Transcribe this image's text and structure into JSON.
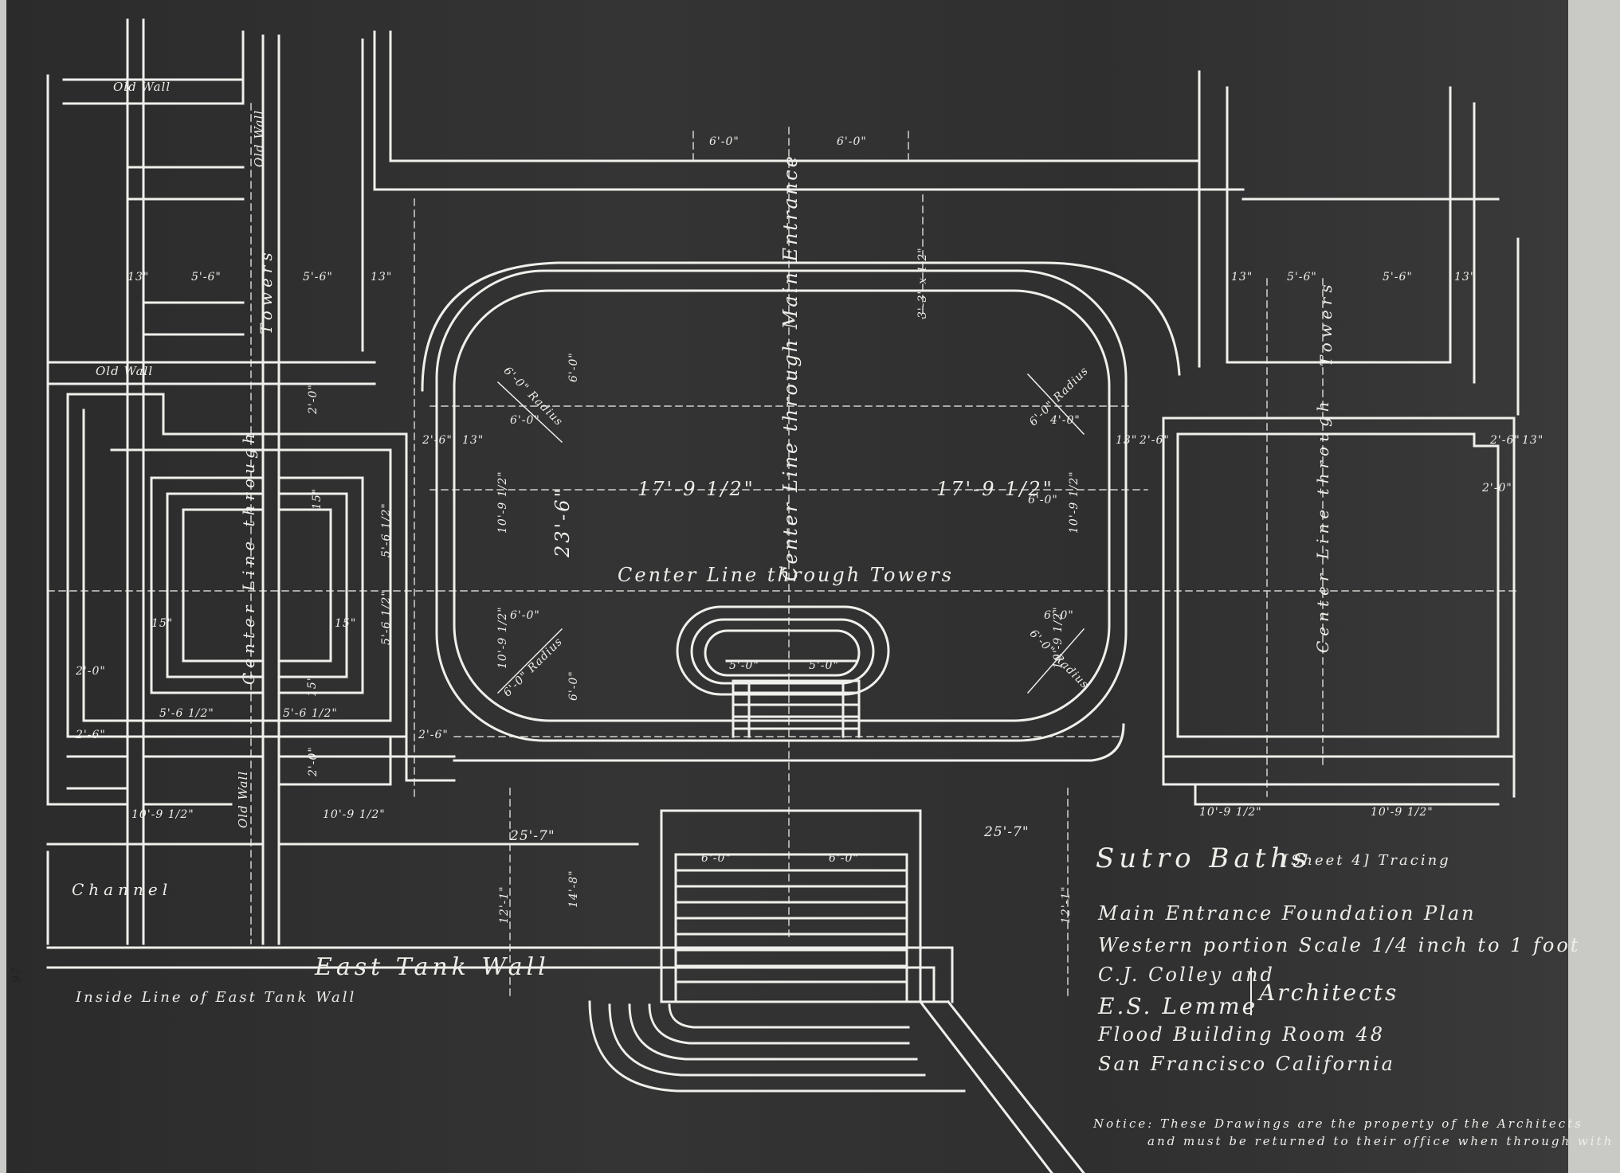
{
  "drawing": {
    "title": "Sutro Baths",
    "sheet_note": "[Sheet 4] Tracing",
    "subtitle_1": "Main Entrance Foundation Plan",
    "subtitle_2": "Western portion Scale 1/4 inch to 1 foot",
    "architect_1": "C.J. Colley and",
    "architect_2": "E.S. Lemme",
    "architects_label": "Architects",
    "office_1": "Flood Building Room 48",
    "office_2": "San Francisco California",
    "notice_1": "Notice: These Drawings are the property of the Architects",
    "notice_2": "and must be returned to their office when through with",
    "page_mark": "97"
  },
  "labels": {
    "old_wall_top": "Old Wall",
    "old_wall_left": "Old Wall",
    "old_wall_vertical": "Old Wall",
    "old_wall_bottom": "Old Wall",
    "towers_left": "Towers",
    "towers_right": "Towers",
    "center_line_left": "Center Line through",
    "center_line_right": "Center Line through",
    "main_entrance_axis": "Center Line through Main Entrance",
    "towers_axis": "Center Line through Towers",
    "channel": "Channel",
    "east_tank_wall": "East Tank Wall",
    "inside_line": "Inside Line of East Tank Wall"
  },
  "dimensions": {
    "top_a": "6'-0\"",
    "top_b": "6'-0\"",
    "top_right_v": "3'-3\" x 1'2\"",
    "left_13": "13\"",
    "left_56a": "5'-6\"",
    "left_56b": "5'-6\"",
    "left_13b": "13\"",
    "right_13": "13\"",
    "right_56a": "5'-6\"",
    "right_56b": "5'-6\"",
    "right_13b": "13\"",
    "d_26a": "2'-6\"",
    "d_26b": "2'-6\"",
    "d_26c": "2'-6\"",
    "d_26d": "2'-6\"",
    "d_26e": "2'-6\"",
    "d_13a": "13\"",
    "d_13b": "13\"",
    "d_13c": "13\"",
    "radius_tl": "6'-0\" Radius",
    "radius_tr": "6'-0\" Radius",
    "radius_bl": "6'-0\" Radius",
    "radius_br": "6'-0\" Radius",
    "d_60a": "6'-0\"",
    "d_60b": "6'-0\"",
    "d_60c": "6'-0\"",
    "d_60d": "6'-0\"",
    "d_60e": "6'-0\"",
    "d_60f": "6'-0\"",
    "d_60g": "4'-0\"",
    "mid_left": "17'-9 1/2\"",
    "mid_right": "17'-9 1/2\"",
    "vert_236": "23'-6\"",
    "v_1092a": "10'-9 1/2\"",
    "v_1092b": "10'-9 1/2\"",
    "v_1092c": "10'-9 1/2\"",
    "v_1092d": "10'-9 1/2\"",
    "step_a": "5'-0\"",
    "step_b": "5'-0\"",
    "left_562a": "5'-6 1/2\"",
    "left_562b": "5'-6 1/2\"",
    "left_562c": "5'-6 1/2\"",
    "left_562d": "5'-6 1/2\"",
    "left_15a": "15\"",
    "left_15b": "15\"",
    "left_15c": "15\"",
    "left_15d": "15\"",
    "left_20a": "2'-0\"",
    "left_20b": "2'-0\"",
    "left_20c": "2'-0\"",
    "right_20": "2'-0\"",
    "bl_1092a": "10'-9 1/2\"",
    "bl_1092b": "10'-9 1/2\"",
    "br_1092a": "10'-9 1/2\"",
    "br_1092b": "10'-9 1/2\"",
    "d_257a": "25'-7\"",
    "d_257b": "25'-7\"",
    "stair_60a": "6'-0\"",
    "stair_60b": "6'-0\"",
    "v_148": "14'-8\"",
    "v_121a": "12'-1\"",
    "v_121b": "12'-1\""
  }
}
